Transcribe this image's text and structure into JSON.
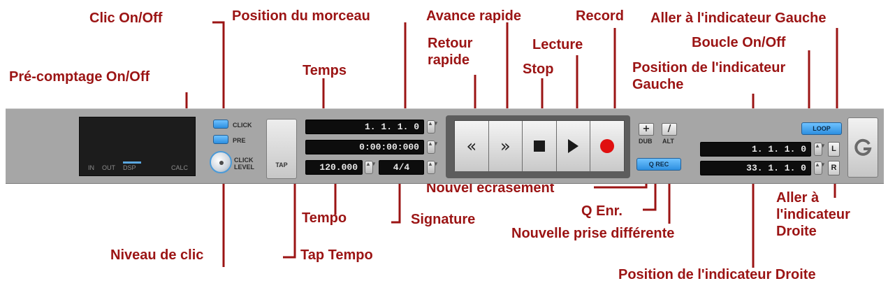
{
  "callouts": {
    "click_onoff": "Clic On/Off",
    "song_position": "Position du morceau",
    "fast_forward": "Avance rapide",
    "record": "Record",
    "go_left_locator": "Aller à l'indicateur Gauche",
    "rewind": "Retour rapide",
    "play": "Lecture",
    "loop_onoff": "Boucle On/Off",
    "time": "Temps",
    "precount_onoff": "Pré-comptage On/Off",
    "stop": "Stop",
    "left_locator_position": "Position de l'indicateur Gauche",
    "overdub": "Nouvel écrasement",
    "q_rec": "Q Enr.",
    "go_right_locator": "Aller à l'indicateur Droite",
    "tempo": "Tempo",
    "signature": "Signature",
    "new_alt_take": "Nouvelle prise différente",
    "click_level": "Niveau de clic",
    "tap_tempo": "Tap Tempo",
    "right_locator_position": "Position de l'indicateur Droite"
  },
  "panel": {
    "meter_labels": {
      "in": "IN",
      "out": "OUT",
      "dsp": "DSP",
      "calc": "CALC"
    },
    "click_label": "CLICK",
    "pre_label": "PRE",
    "click_level_label": "CLICK LEVEL",
    "tap_label": "TAP",
    "position_value": "1. 1. 1.    0",
    "time_value": "0:00:00:000",
    "tempo_value": "120.000",
    "signature_value": "4/4",
    "rewind_glyph": "«",
    "ffwd_glyph": "»",
    "dub_plus": "+",
    "alt_slash": "/",
    "dub_label": "DUB",
    "alt_label": "ALT",
    "qrec_label": "Q REC",
    "loop_label": "LOOP",
    "left_locator_value": "1. 1. 1.    0",
    "right_locator_value": "33. 1. 1.    0",
    "left_button": "L",
    "right_button": "R",
    "spin_glyph": "▲▼",
    "accent_blue": "#3b9fe8",
    "record_red": "#e01010",
    "logo_icon": "g-logo-icon"
  }
}
